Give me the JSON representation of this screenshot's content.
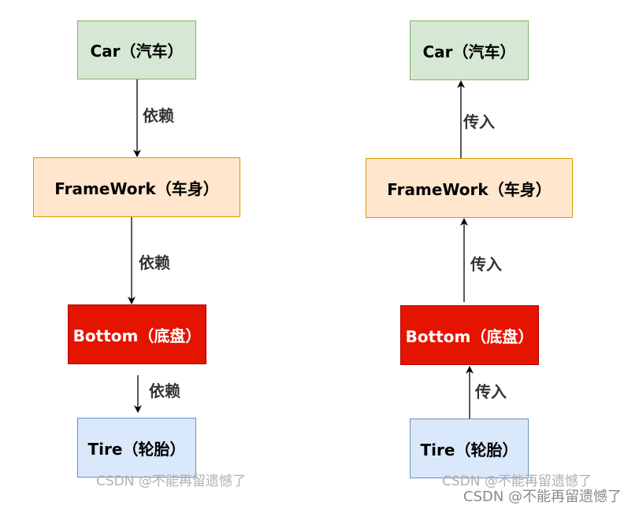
{
  "left": {
    "car": "Car（汽车）",
    "framework": "FrameWork（车身）",
    "bottom": "Bottom（底盘）",
    "tire": "Tire（轮胎）",
    "edge1": "依赖",
    "edge2": "依赖",
    "edge3": "依赖"
  },
  "right": {
    "car": "Car（汽车）",
    "framework": "FrameWork（车身）",
    "bottom": "Bottom（底盘）",
    "tire": "Tire（轮胎）",
    "edge1": "传入",
    "edge2": "传入",
    "edge3": "传入"
  },
  "watermark": "CSDN @不能再留遗憾了",
  "colors": {
    "car_fill": "#d5e8d4",
    "framework_fill": "#ffe6cc",
    "bottom_fill": "#e51400",
    "tire_fill": "#dae8fc"
  }
}
